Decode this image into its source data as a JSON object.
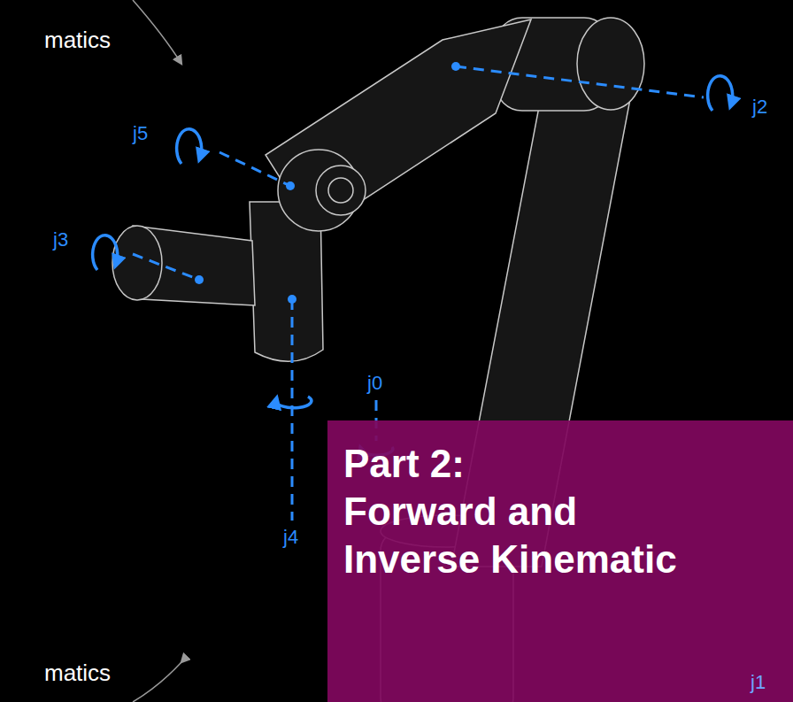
{
  "diagram": {
    "nodes": [
      {
        "text": [
          "Part 2:",
          "Forward and Inverse Kinematic"
        ]
      }
    ],
    "labels": [
      "matics",
      "j5",
      "j2",
      "j3",
      "j0",
      "j4",
      "j1",
      "matics"
    ]
  }
}
